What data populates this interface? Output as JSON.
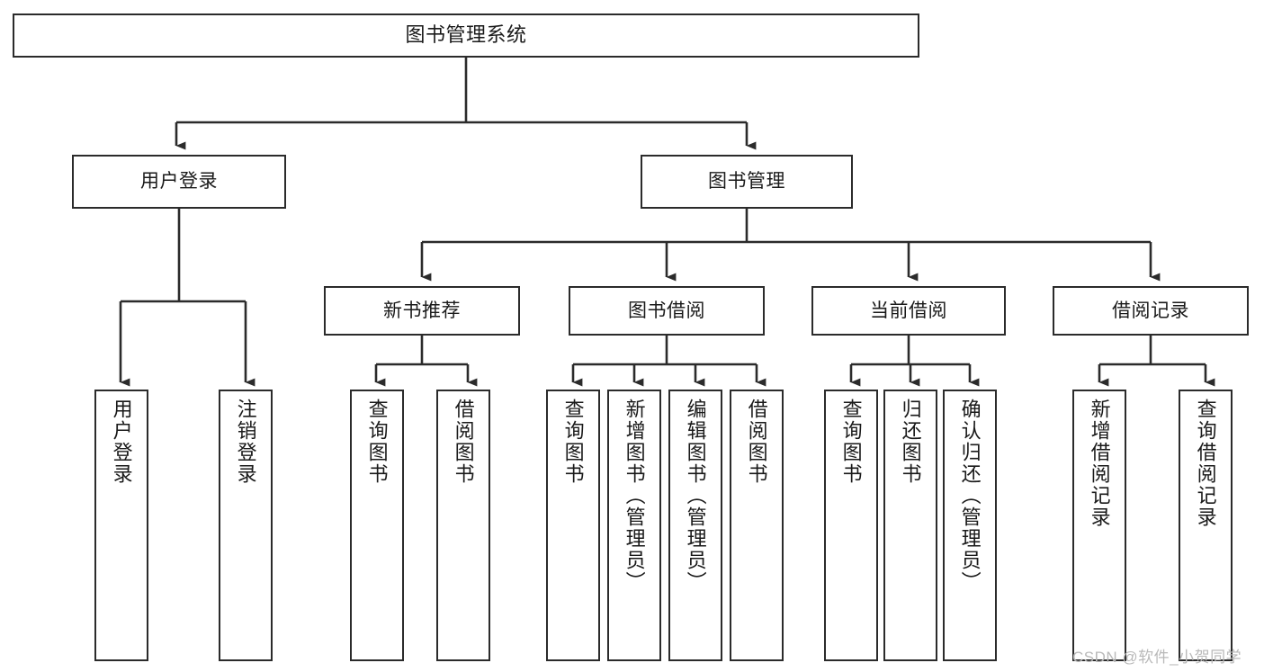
{
  "diagram": {
    "kind": "tree-function-structure",
    "title": "图书管理系统",
    "line_color": "#2b2b2b",
    "box_fill": "#ffffff",
    "text_color": "#1a1a1a",
    "nodes": {
      "root": {
        "label": "图书管理系统"
      },
      "user_login": {
        "label": "用户登录"
      },
      "book_manage": {
        "label": "图书管理"
      },
      "user_login_child_1": {
        "label": "用户登录"
      },
      "user_login_child_2": {
        "label": "注销登录"
      },
      "new_book_rec": {
        "label": "新书推荐"
      },
      "new_book_rec_child_1": {
        "label": "查询图书"
      },
      "new_book_rec_child_2": {
        "label": "借阅图书"
      },
      "book_borrow": {
        "label": "图书借阅"
      },
      "book_borrow_child_1": {
        "label": "查询图书"
      },
      "book_borrow_child_2": {
        "label": "新增图书（管理员）"
      },
      "book_borrow_child_3": {
        "label": "编辑图书（管理员）"
      },
      "book_borrow_child_4": {
        "label": "借阅图书"
      },
      "current_borrow": {
        "label": "当前借阅"
      },
      "current_borrow_child_1": {
        "label": "查询图书"
      },
      "current_borrow_child_2": {
        "label": "归还图书"
      },
      "current_borrow_child_3": {
        "label": "确认归还（管理员）"
      },
      "borrow_record": {
        "label": "借阅记录"
      },
      "borrow_record_child_1": {
        "label": "新增借阅记录"
      },
      "borrow_record_child_2": {
        "label": "查询借阅记录"
      }
    }
  },
  "watermark": {
    "text": "CSDN @软件_小贺同学",
    "color": "#b9b9b9"
  }
}
